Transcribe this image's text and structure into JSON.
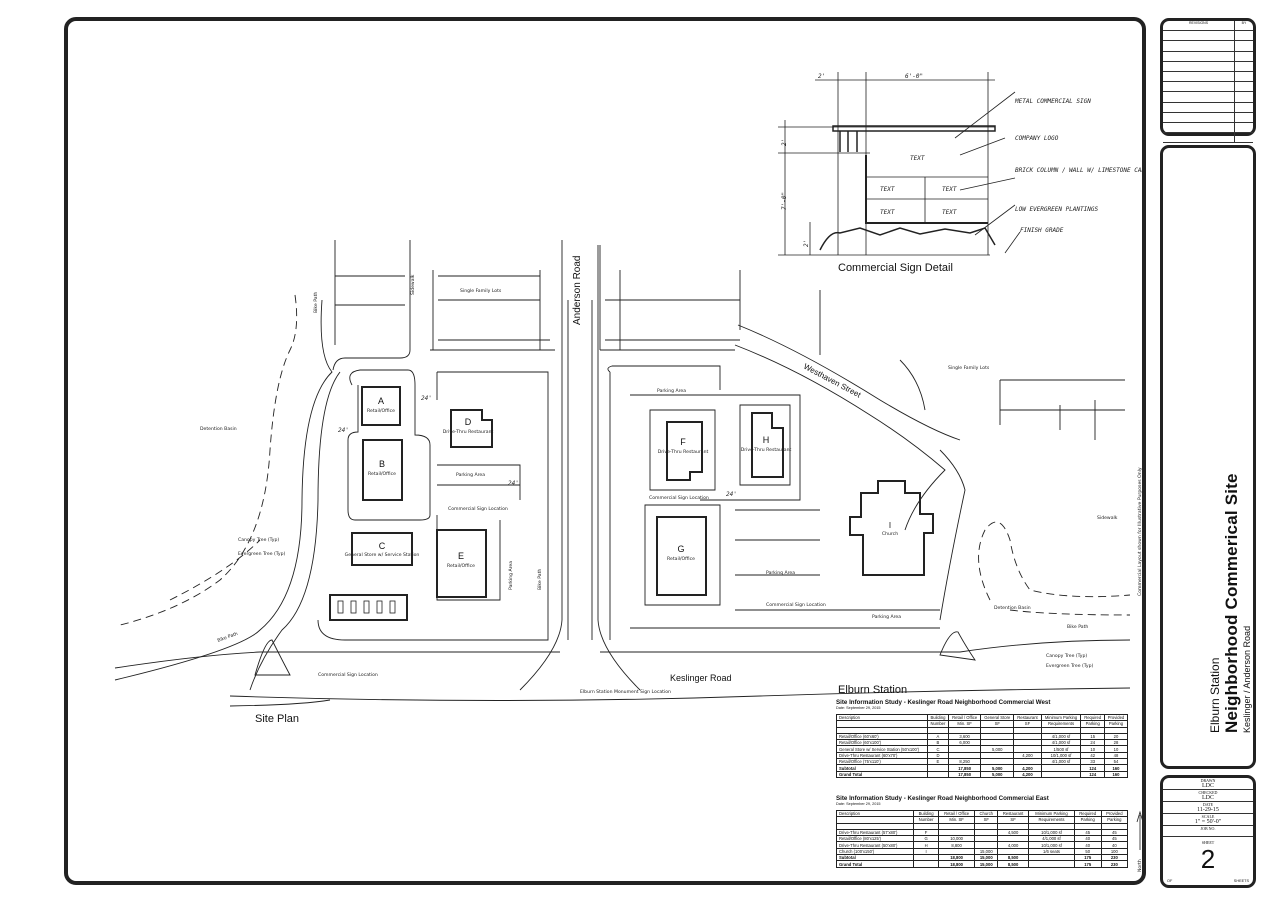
{
  "site_plan": {
    "title": "Site Plan",
    "roads": {
      "anderson": "Anderson Road",
      "keslinger": "Keslinger Road",
      "westhaven": "Westhaven Street"
    },
    "labels": {
      "single_family_lots_west": "Single Family Lots",
      "single_family_lots_east": "Single Family Lots",
      "detention_basin_west": "Detention Basin",
      "detention_basin_east": "Detention Basin",
      "canopy_tree_west": "Canopy Tree (Typ)",
      "evergreen_tree_west": "Evergreen Tree (Typ)",
      "canopy_tree_east": "Canopy Tree (Typ)",
      "evergreen_tree_east": "Evergreen Tree (Typ)",
      "bike_path_nw": "Bike Path",
      "bike_path_sw": "Bike Path",
      "bike_path_center": "Bike Path",
      "bike_path_east": "Bike Path",
      "sidewalk_west": "Sidewalk",
      "sidewalk_east": "Sidewalk",
      "parking_area_1": "Parking Area",
      "parking_area_2": "Parking Area",
      "parking_area_3": "Parking Area",
      "parking_area_4": "Parking Area",
      "parking_area_5": "Parking Area",
      "sign_location_1": "Commercial Sign Location",
      "sign_location_2": "Commercial Sign Location",
      "sign_location_3": "Commercial Sign Location",
      "sign_location_4": "Commercial Sign Location",
      "monument_sign": "Elburn Station Monument Sign Location",
      "illustrative_note": "Commercial Layout shown for Illustrative Purposes Only",
      "north": "North",
      "dim": "24'"
    },
    "buildings": [
      {
        "id": "A",
        "use": "Retail/Office"
      },
      {
        "id": "B",
        "use": "Retail/Office"
      },
      {
        "id": "C",
        "use": "General Store w/ Service Station"
      },
      {
        "id": "D",
        "use": "Drive-Thru Restaurant"
      },
      {
        "id": "E",
        "use": "Retail/Office"
      },
      {
        "id": "F",
        "use": "Drive-Thru Restaurant"
      },
      {
        "id": "G",
        "use": "Retail/Office"
      },
      {
        "id": "H",
        "use": "Drive-Thru Restaurant"
      },
      {
        "id": "I",
        "use": "Church"
      }
    ]
  },
  "sign_detail": {
    "title": "Commercial Sign Detail",
    "notes": {
      "metal_sign": "METAL COMMERCIAL SIGN",
      "logo": "COMPANY LOGO",
      "column": "BRICK COLUMN / WALL W/ LIMESTONE CAP",
      "plantings": "LOW EVERGREEN PLANTINGS",
      "grade": "FINISH GRADE"
    },
    "text_placeholder": "TEXT",
    "dims": {
      "col_w": "2'",
      "sign_w": "6'-0\"",
      "sign_h": "2'",
      "total_h": "7'-0\"",
      "base_h": "2'"
    }
  },
  "project_heading": "Elburn Station",
  "tables": [
    {
      "title": "Site Information Study - Keslinger Road Neighborhood Commercial West",
      "date": "Date: September 29, 2015",
      "headers": [
        [
          "Description",
          ""
        ],
        [
          "Building",
          "Number"
        ],
        [
          "Retail / Office",
          "Min. SF"
        ],
        [
          "General Store",
          "SF"
        ],
        [
          "Restaurant",
          "SF"
        ],
        [
          "Minimum Parking",
          "Requirements"
        ],
        [
          "Required",
          "Parking"
        ],
        [
          "Provided",
          "Parking"
        ]
      ],
      "rows": [
        [
          "Retail/Office (60'x60')",
          "A",
          "3,600",
          "",
          "",
          "4/1,000 sf",
          "15",
          "20"
        ],
        [
          "Retail/Office (60'x100')",
          "B",
          "6,000",
          "",
          "",
          "4/1,000 sf",
          "24",
          "28"
        ],
        [
          "General Store w/ Service Station (50'x100')",
          "C",
          "",
          "5,000",
          "",
          "1/500 sf",
          "10",
          "10"
        ],
        [
          "Drive-Thru Restaurant (60'x70')",
          "D",
          "",
          "",
          "4,200",
          "10/1,000 sf",
          "42",
          "48"
        ],
        [
          "Retail/Office (75'x110')",
          "E",
          "8,250",
          "",
          "",
          "4/1,000 sf",
          "33",
          "54"
        ]
      ],
      "totals": [
        [
          "Subtotal",
          "",
          "17,850",
          "5,000",
          "4,200",
          "",
          "124",
          "160"
        ],
        [
          "Grand Total",
          "",
          "17,850",
          "5,000",
          "4,200",
          "",
          "124",
          "160"
        ]
      ]
    },
    {
      "title": "Site Information Study - Keslinger Road Neighborhood Commercial East",
      "date": "Date: September 29, 2015",
      "headers": [
        [
          "Description",
          ""
        ],
        [
          "Building",
          "Number"
        ],
        [
          "Retail / Office",
          "Min. SF"
        ],
        [
          "Church",
          "SF"
        ],
        [
          "Restaurant",
          "SF"
        ],
        [
          "Minimum Parking",
          "Requirements"
        ],
        [
          "Required",
          "Parking"
        ],
        [
          "Provided",
          "Parking"
        ]
      ],
      "rows": [
        [
          "Drive-Thru Restaurant (57'x80')",
          "F",
          "",
          "",
          "4,500",
          "10/1,000 sf",
          "45",
          "45"
        ],
        [
          "Retail/Office (80'x125')",
          "G",
          "10,000",
          "",
          "",
          "4/1,000 sf",
          "40",
          "45"
        ],
        [
          "Drive-Thru Restaurant (50'x80')",
          "H",
          "8,800",
          "",
          "4,000",
          "10/1,000 sf",
          "40",
          "40"
        ],
        [
          "Church (100'x150')",
          "I",
          "",
          "15,000",
          "",
          "1/6 seats",
          "50",
          "100"
        ]
      ],
      "totals": [
        [
          "Subtotal",
          "",
          "18,800",
          "15,000",
          "8,500",
          "",
          "175",
          "230"
        ],
        [
          "Grand Total",
          "",
          "18,800",
          "15,000",
          "8,500",
          "",
          "175",
          "230"
        ]
      ]
    }
  ],
  "title_block": {
    "revisions_label": "REVISIONS",
    "by_label": "BY",
    "project": "Elburn Station",
    "sheet_title": "Neighborhood Commerical Site",
    "location": "Keslinger / Anderson Road",
    "drawn_label": "DRAWN",
    "drawn": "LDC",
    "checked_label": "CHECKED",
    "checked": "LDC",
    "date_label": "DATE",
    "date": "11-29-15",
    "scale_label": "SCALE",
    "scale": "1\" = 50'-0\"",
    "job_label": "JOB NO.",
    "job": "",
    "sheet_label": "SHEET",
    "sheet": "2",
    "of_label": "OF",
    "sheets_label": "SHEETS"
  }
}
